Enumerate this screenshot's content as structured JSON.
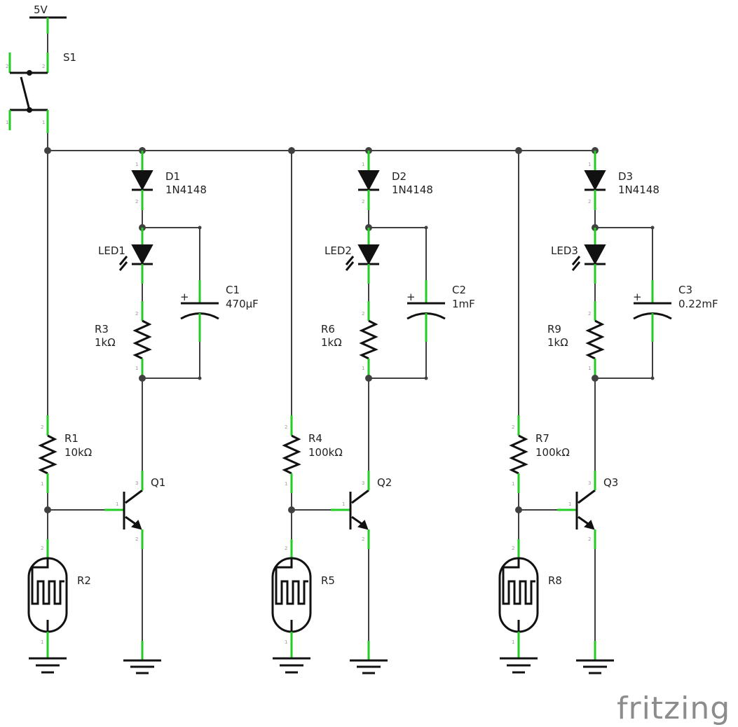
{
  "supply": {
    "label": "5V"
  },
  "switch": {
    "ref": "S1"
  },
  "stages": [
    {
      "diode": {
        "ref": "D1",
        "part": "1N4148"
      },
      "led": "LED1",
      "cap": {
        "ref": "C1",
        "value": "470µF"
      },
      "r_led": {
        "ref": "R3",
        "value": "1kΩ"
      },
      "r_bias": {
        "ref": "R1",
        "value": "10kΩ"
      },
      "ldr": "R2",
      "transistor": "Q1"
    },
    {
      "diode": {
        "ref": "D2",
        "part": "1N4148"
      },
      "led": "LED2",
      "cap": {
        "ref": "C2",
        "value": "1mF"
      },
      "r_led": {
        "ref": "R6",
        "value": "1kΩ"
      },
      "r_bias": {
        "ref": "R4",
        "value": "100kΩ"
      },
      "ldr": "R5",
      "transistor": "Q2"
    },
    {
      "diode": {
        "ref": "D3",
        "part": "1N4148"
      },
      "led": "LED3",
      "cap": {
        "ref": "C3",
        "value": "0.22mF"
      },
      "r_led": {
        "ref": "R9",
        "value": "1kΩ"
      },
      "r_bias": {
        "ref": "R7",
        "value": "100kΩ"
      },
      "ldr": "R8",
      "transistor": "Q3"
    }
  ],
  "pin_numbers": {
    "one": "1",
    "two": "2",
    "three": "3"
  },
  "cap_polarity": "+",
  "logo": "fritzing",
  "colors": {
    "wire": "#404040",
    "pin": "#22cc22",
    "symbol": "#111111",
    "logo": "#8c8c8c"
  }
}
